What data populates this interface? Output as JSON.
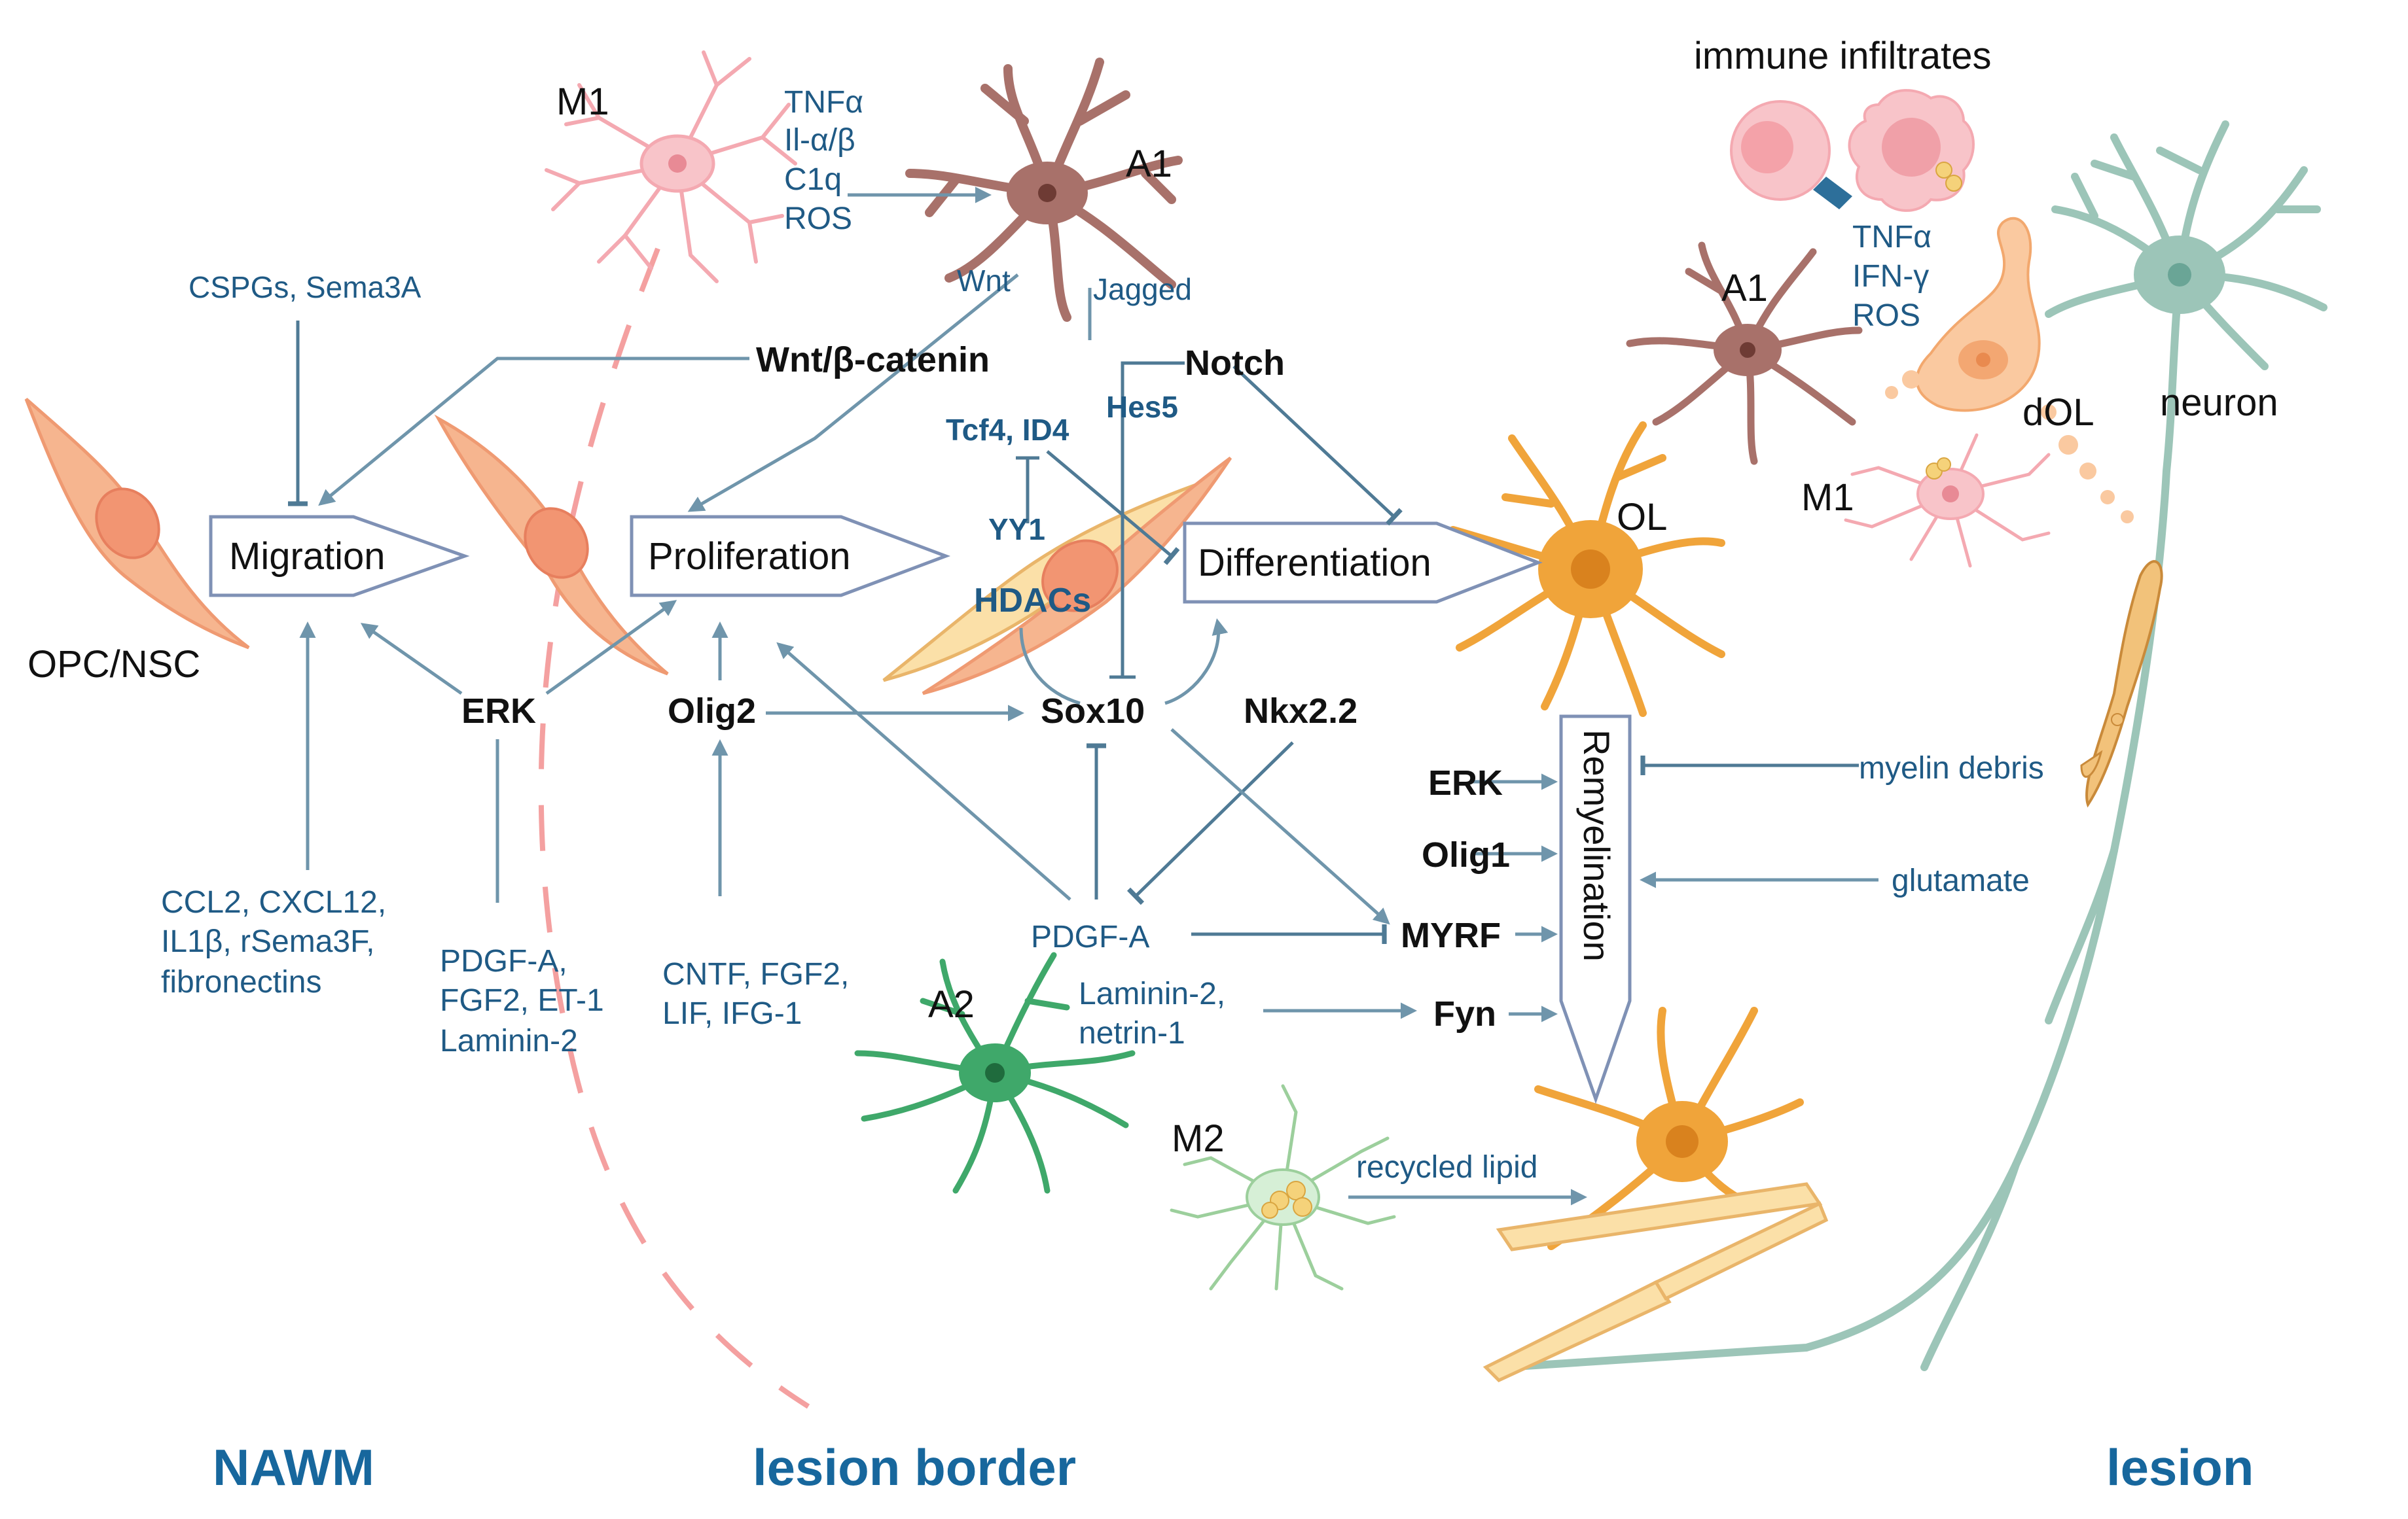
{
  "colors": {
    "arrow": "#6f95ab",
    "text_blue": "#1f5a85",
    "text_black": "#111111",
    "region_label": "#17679d",
    "opc": "#f3a98a",
    "oligodendrocyte": "#f0a43a",
    "astrocyte_a1": "#a8716a",
    "astrocyte_a2": "#3fa86a",
    "microglia_m1": "#f4a9b1",
    "microglia_m2": "#9ccf9c",
    "neuron": "#9cc5b8",
    "border_dash": "#f4a0a0"
  },
  "icons": [
    "opc-cell-icon",
    "astrocyte-icon",
    "microglia-icon",
    "oligodendrocyte-icon",
    "neuron-icon",
    "immune-cell-icon",
    "myelin-debris-icon",
    "myelin-sheath-icon"
  ],
  "cells": {
    "m1_top": "M1",
    "a1_top": "A1",
    "opc_nsc": "OPC/NSC",
    "immune_infiltrates": "immune infiltrates",
    "a1_lesion": "A1",
    "dol": "dOL",
    "m1_lesion": "M1",
    "neuron": "neuron",
    "ol": "OL",
    "a2": "A2",
    "m2": "M2"
  },
  "processes": {
    "migration": "Migration",
    "proliferation": "Proliferation",
    "differentiation": "Differentiation",
    "remyelination": "Remyelination"
  },
  "signals": {
    "m1_factors": [
      "TNFα",
      "Il-α/β",
      "C1q",
      "ROS"
    ],
    "wnt": "Wnt",
    "jagged": "Jagged",
    "cspgs": "CSPGs, Sema3A",
    "wnt_bcatenin": "Wnt/β-catenin",
    "notch": "Notch",
    "tcf4_id4": "Tcf4, ID4",
    "hes5": "Hes5",
    "yy1": "YY1",
    "hdacs": "HDACs",
    "erk_left": "ERK",
    "olig2": "Olig2",
    "sox10": "Sox10",
    "nkx22": "Nkx2.2",
    "migration_factors": [
      "CCL2, CXCL12,",
      "IL1β, rSema3F,",
      "fibronectins"
    ],
    "erk_factors": [
      "PDGF-A,",
      "FGF2, ET-1",
      "Laminin-2"
    ],
    "olig2_factors": [
      "CNTF, FGF2,",
      "LIF, IFG-1"
    ],
    "pdgfa": "PDGF-A",
    "laminin_netrin": [
      "Laminin-2,",
      "netrin-1"
    ],
    "erk_right": "ERK",
    "olig1": "Olig1",
    "myrf": "MYRF",
    "fyn": "Fyn",
    "lesion_factors": [
      "TNFα",
      "IFN-γ",
      "ROS"
    ],
    "myelin_debris": "myelin debris",
    "glutamate": "glutamate",
    "recycled_lipid": "recycled lipid"
  },
  "regions": {
    "nawm": "NAWM",
    "lesion_border": "lesion border",
    "lesion": "lesion"
  }
}
